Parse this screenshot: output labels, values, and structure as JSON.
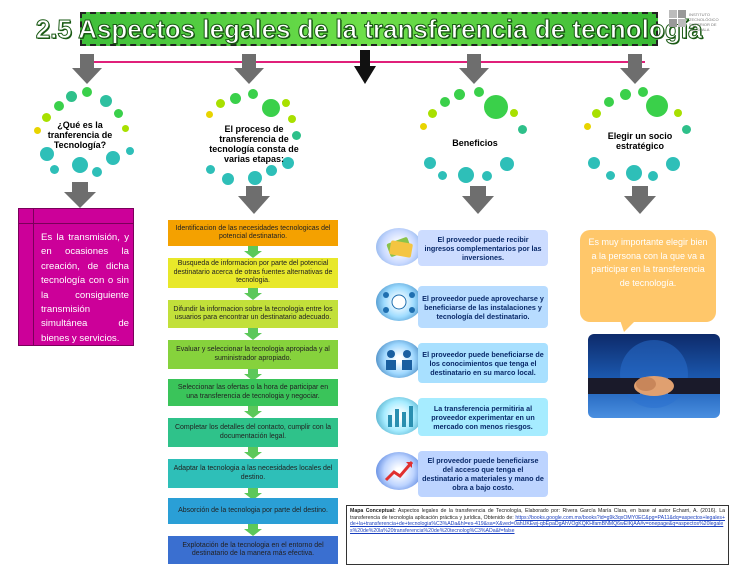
{
  "title": "2.5 Aspectos legales de la transferencia de tecnología",
  "logo_text": "INSTITUTO TECNOLÓGICO SUPERIOR DE TLAXCALA",
  "columns": [
    {
      "heading": "¿Qué es la tranferencia de Tecnología?"
    },
    {
      "heading": "El proceso de transferencia de tecnología consta de varias etapas:"
    },
    {
      "heading": "Beneficios"
    },
    {
      "heading": "Elegir un socio estratégico"
    }
  ],
  "definition": "Es la transmisión, y en ocasiones la creación, de dicha tecnología con o sin la consiguiente transmisión simultánea de bienes y servicios.",
  "steps": [
    {
      "text": "Identificacion de las necesidades tecnologicas del potencial destinatario.",
      "color": "#f4a100"
    },
    {
      "text": "Busqueda de informacion por parte del potencial destinatario acerca de otras fuentes alternativas de tecnologia.",
      "color": "#e8e82a"
    },
    {
      "text": "Difundir la informacion sobre la tecnologia entre los usuarios para encontrar un destinatario adecuado.",
      "color": "#c2e03a"
    },
    {
      "text": "Evaluar y seleccionar la tecnologia apropiada y al suministrador apropiado.",
      "color": "#86d23c"
    },
    {
      "text": "Seleccionar las ofertas o la hora de participar en una transferencia de tecnologia y negociar.",
      "color": "#3ac45a"
    },
    {
      "text": "Completar los detalles del contacto, cumplir con la documentación legal.",
      "color": "#2fc28a"
    },
    {
      "text": "Adaptar la tecnologia a las necesidades locales del destino.",
      "color": "#2ebfb8"
    },
    {
      "text": "Absorción de la tecnologia por parte del destino.",
      "color": "#2a9fd6"
    },
    {
      "text": "Explotación de la tecnologia en el entorno del destinatario de la manera más efectiva.",
      "color": "#3a6fd0"
    }
  ],
  "benefits": [
    {
      "text": "El proveedor puede recibir ingresos complementarios por las inversiones.",
      "color": "#ccdcff"
    },
    {
      "text": "El proveedor puede aprovecharse y beneficiarse de las instalaciones y tecnología del destinatario.",
      "color": "#b8dcff"
    },
    {
      "text": "El proveedor puede beneficiarse de los conocimientos que tenga el destinatario en su marco local.",
      "color": "#a8e0ff"
    },
    {
      "text": "La transferencia permitiria al proveedor experimentar en un mercado con menos riesgos.",
      "color": "#a6ecff"
    },
    {
      "text": "El proveedor puede beneficiarse del acceso que tenga el destinatario a materiales y mano de obra a bajo costo.",
      "color": "#bdd4ff"
    }
  ],
  "partner_text": "Es muy importante elegir bien a la persona con la que va a participar en la transferencia de tecnología.",
  "reference": {
    "label": "Mapa Conceptual:",
    "text": " Aspectos legales de la transferencia de Tecnología, Elaborado por: Rivera García María Clara, en base al autor Echarri, A. (2016). La transferencia de tecnología aplicación práctica y jurídica, Obtenido de:",
    "url": "https://books.google.com.mx/books?id=g9k3qxOMY0EC&pg=PA11&dq=aspectos+legales+de+la+transferencia+de+tecnologia%C3%ADa&hl=es-419&sa=X&ved=0ahUKEwj-qbEpaDgAhVOgKQKHfamBNMQ6wEIKjAA#v=onepage&q=aspectos%20legales%20de%20la%20transferencia%20de%20tecnolog%C3%ADa&f=false"
  },
  "colors": {
    "title_green": "#3fbf3a",
    "magenta": "#cc0099",
    "arrow_gray": "#6e6e6e",
    "bubble_orange": "#ffc76a"
  }
}
